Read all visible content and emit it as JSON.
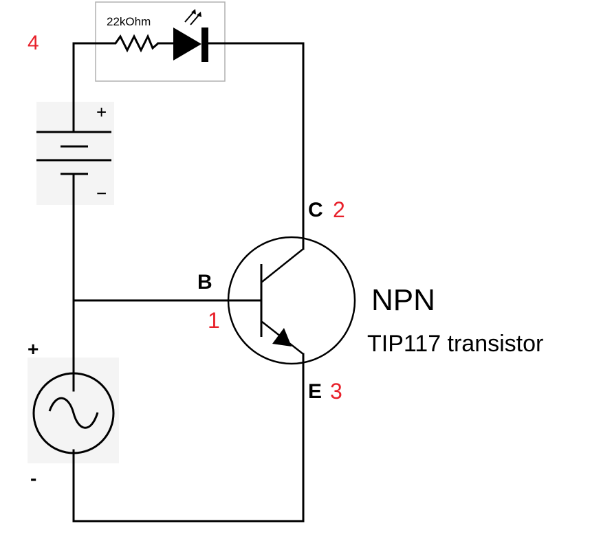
{
  "diagram": {
    "title": "NPN transistor circuit",
    "colors": {
      "wire": "#000000",
      "node_number": "#e8202a",
      "component_background": "#f4f4f4",
      "box_border": "#b0b0b0"
    },
    "components": {
      "resistor": {
        "label": "22kOhm",
        "type": "resistor"
      },
      "led": {
        "type": "led",
        "icon": "led-diode-icon"
      },
      "battery": {
        "type": "dc-battery",
        "plus": "+",
        "minus": "−"
      },
      "ac_source": {
        "type": "ac-voltage-source",
        "plus": "+",
        "minus": "-"
      },
      "transistor": {
        "type": "NPN",
        "name": "NPN",
        "model": "TIP117 transistor",
        "pins": [
          {
            "letter": "B",
            "number": "1"
          },
          {
            "letter": "C",
            "number": "2"
          },
          {
            "letter": "E",
            "number": "3"
          }
        ]
      }
    },
    "node_labels": {
      "top_left": "4"
    }
  }
}
